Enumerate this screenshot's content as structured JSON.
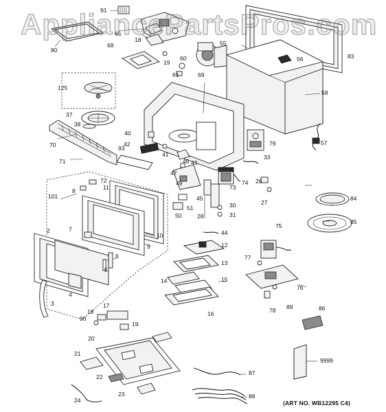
{
  "watermark": "AppliancePartsPros.com",
  "art_number": "(ART NO. WB12295 C4)",
  "part_labels": [
    "91",
    "65",
    "80",
    "18",
    "19",
    "68",
    "60",
    "61",
    "69",
    "55",
    "56",
    "83",
    "58",
    "125",
    "37",
    "38",
    "40",
    "41",
    "42",
    "70",
    "93",
    "43",
    "47",
    "46",
    "71",
    "79",
    "57",
    "33",
    "72",
    "11",
    "8",
    "101",
    "49",
    "45",
    "73",
    "74",
    "26",
    "27",
    "84",
    "85",
    "51",
    "50",
    "28",
    "30",
    "31",
    "7",
    "2",
    "6",
    "10",
    "9",
    "5",
    "3",
    "4",
    "44",
    "12",
    "13",
    "14",
    "15",
    "16",
    "75",
    "77",
    "76",
    "78",
    "89",
    "86",
    "17",
    "18",
    "90",
    "19",
    "20",
    "21",
    "22",
    "23",
    "24",
    "87",
    "88",
    "9999"
  ]
}
